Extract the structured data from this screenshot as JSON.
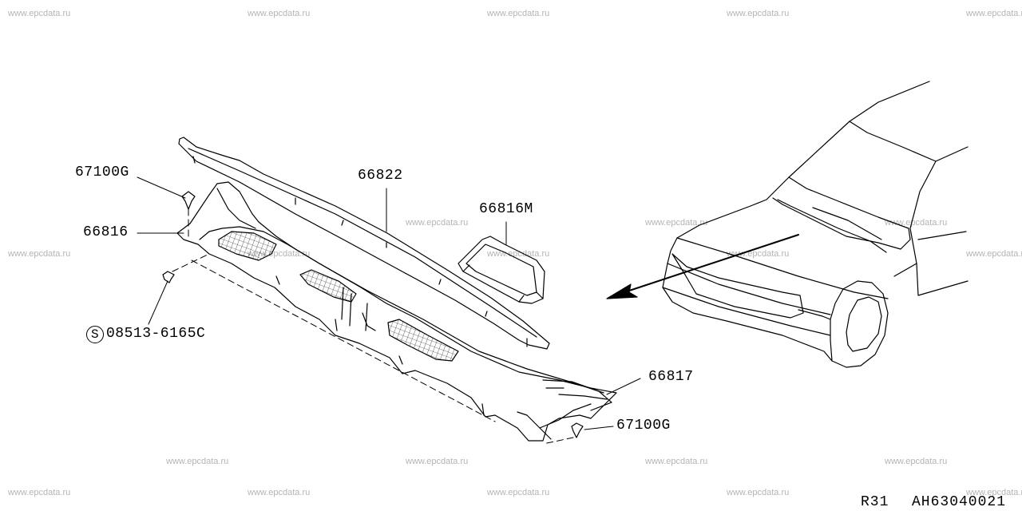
{
  "watermark": "www.epcdata.ru",
  "parts": {
    "p67100g_top": "67100G",
    "p66822": "66822",
    "p66816m": "66816M",
    "p66816": "66816",
    "p08513_symbol": "S",
    "p08513": "08513-6165C",
    "p66817": "66817",
    "p67100g_bottom": "67100G"
  },
  "footer": {
    "model": "R31",
    "illustration_code": "AH63040021"
  }
}
